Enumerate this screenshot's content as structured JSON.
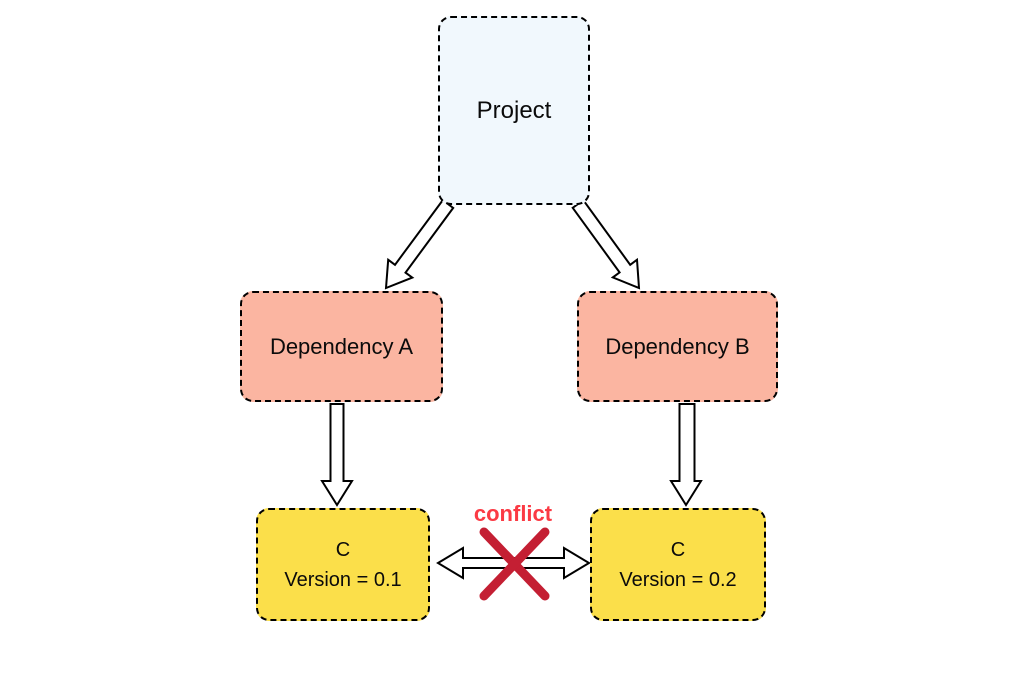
{
  "diagram": {
    "type": "dependency-conflict-graph",
    "nodes": {
      "project": {
        "id": "project",
        "label": "Project",
        "fill_key": "project_fill"
      },
      "dep_a": {
        "id": "dep-a",
        "label": "Dependency A",
        "fill_key": "dependency_fill"
      },
      "dep_b": {
        "id": "dep-b",
        "label": "Dependency B",
        "fill_key": "dependency_fill"
      },
      "c1": {
        "id": "c1",
        "line1": "C",
        "line2": "Version = 0.1",
        "fill_key": "version_fill"
      },
      "c2": {
        "id": "c2",
        "line1": "C",
        "line2": "Version = 0.2",
        "fill_key": "version_fill"
      }
    },
    "edges": [
      {
        "from": "project",
        "to": "dep-a",
        "style": "block-arrow",
        "direction": "one-way"
      },
      {
        "from": "project",
        "to": "dep-b",
        "style": "block-arrow",
        "direction": "one-way"
      },
      {
        "from": "dep-a",
        "to": "c1",
        "style": "block-arrow",
        "direction": "one-way"
      },
      {
        "from": "dep-b",
        "to": "c2",
        "style": "block-arrow",
        "direction": "one-way"
      },
      {
        "from": "c1",
        "to": "c2",
        "style": "double-block-arrow",
        "direction": "two-way",
        "status": "conflict",
        "crossed_out": true
      }
    ],
    "conflict": {
      "label": "conflict"
    }
  },
  "colors": {
    "canvas_bg": "#ffffff",
    "project_fill": "#f1f8fd",
    "dependency_fill": "#fbb5a1",
    "version_fill": "#fbdf4a",
    "node_border": "#000000",
    "arrow_fill": "#ffffff",
    "arrow_stroke": "#000000",
    "conflict_text": "#fb3a44",
    "conflict_x": "#c41f33"
  }
}
